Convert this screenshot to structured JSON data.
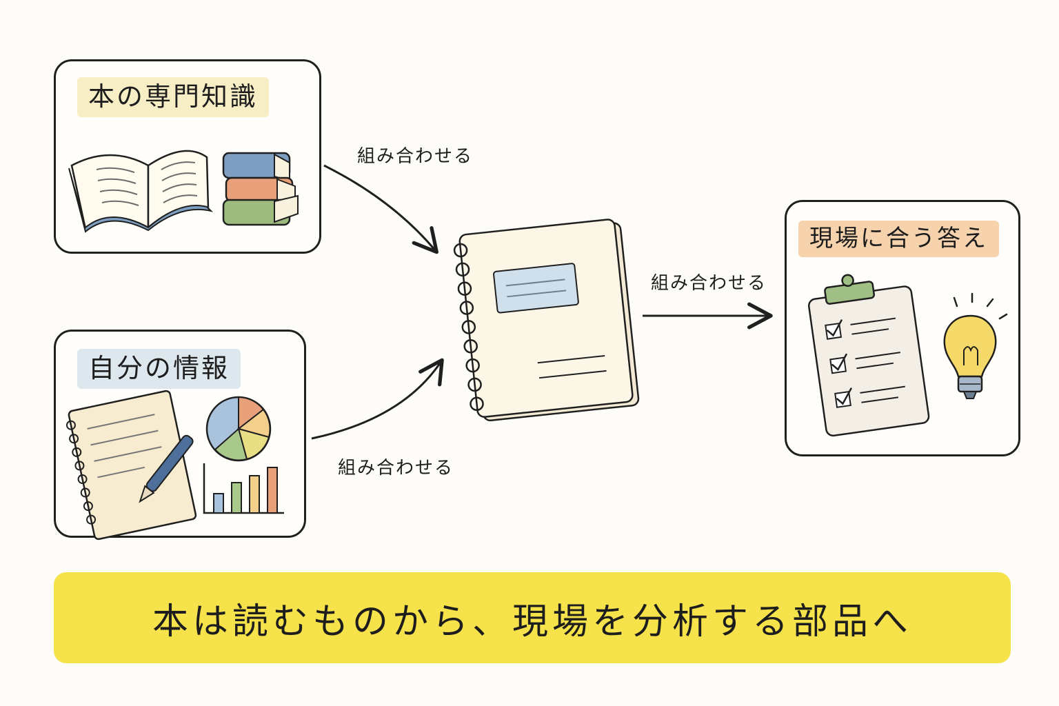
{
  "nodes": {
    "book_knowledge": {
      "label": "本の専門知識"
    },
    "self_info": {
      "label": "自分の情報"
    },
    "field_answer": {
      "label": "現場に合う答え"
    }
  },
  "edges": {
    "top_to_notebook": "組み合わせる",
    "bottom_to_notebook": "組み合わせる",
    "notebook_to_answer": "組み合わせる"
  },
  "banner": {
    "text": "本は読むものから、現場を分析する部品へ"
  },
  "colors": {
    "banner": "#f6e24a",
    "chip_book": "#f8eec6",
    "chip_self": "#dde7ee",
    "chip_answer": "#f6d3ac",
    "book_blue": "#7e9fc1",
    "stack_orange": "#e8a07a",
    "stack_green": "#9dbb7e",
    "clip_green": "#9fbf85",
    "bulb_yellow": "#f5da6a"
  }
}
